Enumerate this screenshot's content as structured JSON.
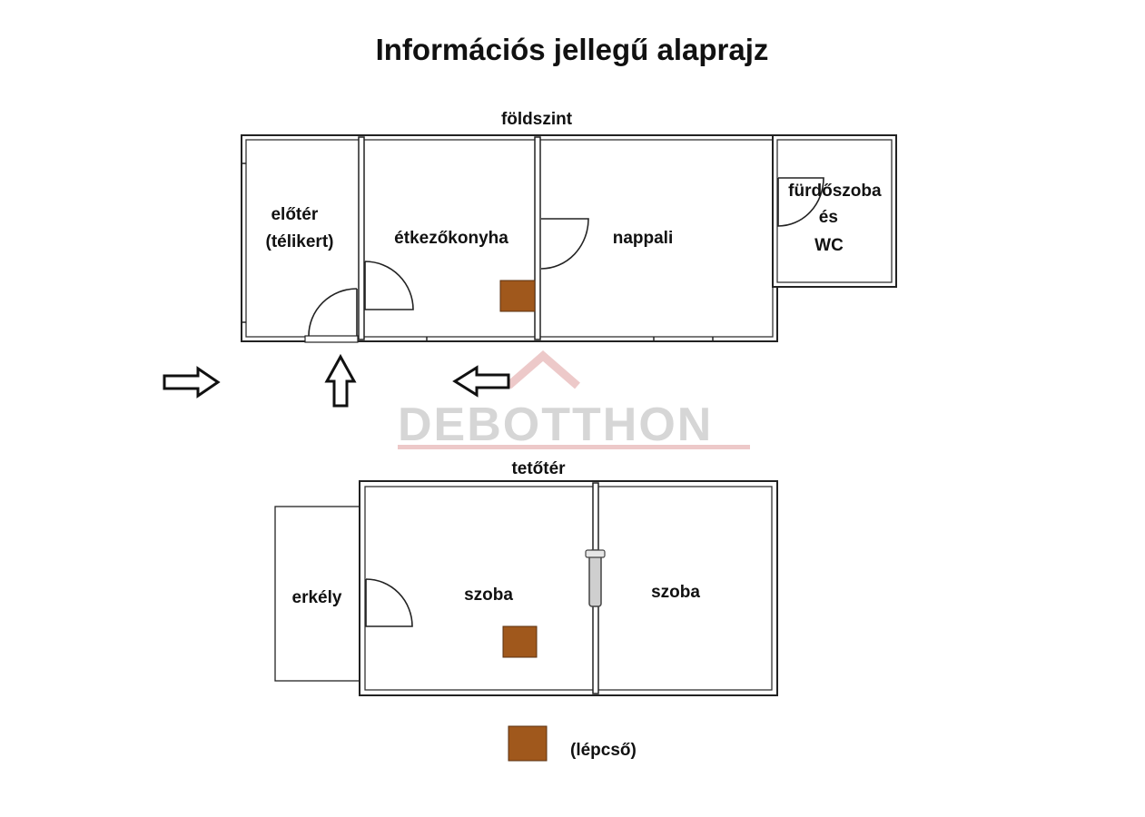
{
  "title": "Információs jellegű alaprajz",
  "watermark": "DEBOTTHON",
  "ground_floor": {
    "label": "földszint",
    "rooms": {
      "eloter": [
        "előtér",
        "(télikert)"
      ],
      "konyha": "étkezőkonyha",
      "nappali": "nappali",
      "furdo": [
        "fürdőszoba",
        "és",
        "WC"
      ]
    }
  },
  "attic": {
    "label": "tetőtér",
    "rooms": {
      "erkely": "erkély",
      "szoba1": "szoba",
      "szoba2": "szoba"
    }
  },
  "legend": {
    "stair_label": "(lépcső)",
    "stair_color": "#a0581c"
  },
  "colors": {
    "wall": "#222222",
    "watermark_text": "#d6d6d6",
    "watermark_red": "#e8b4b4"
  }
}
